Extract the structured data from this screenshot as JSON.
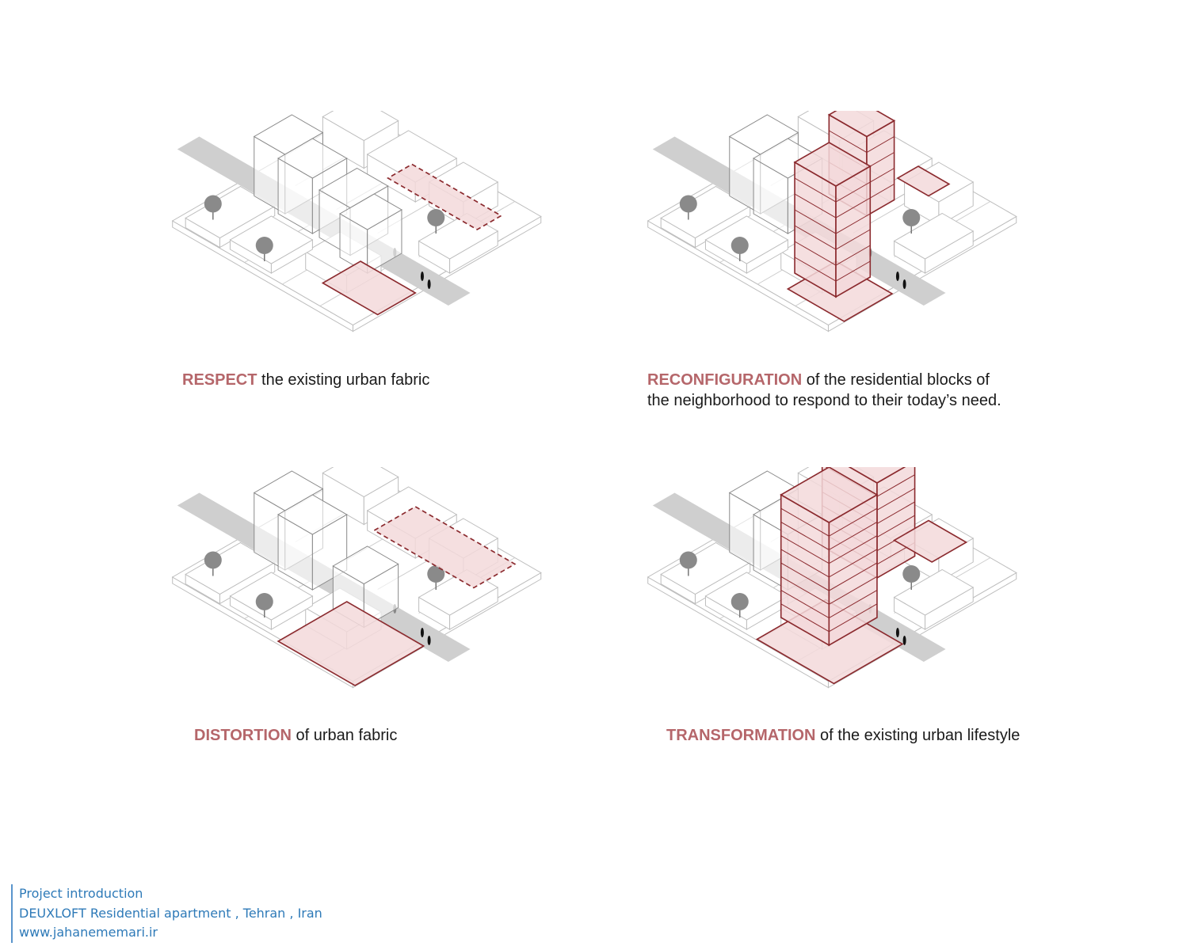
{
  "panels": [
    {
      "keyword": "RESPECT",
      "text": " the existing urban fabric"
    },
    {
      "keyword": "RECONFIGURATION",
      "text": " of the residential blocks of",
      "text2": "the neighborhood to respond to their today’s need."
    },
    {
      "keyword": "DISTORTION",
      "text": " of urban fabric"
    },
    {
      "keyword": "TRANSFORMATION",
      "text": " of the existing urban lifestyle"
    }
  ],
  "footer": {
    "line1": "Project introduction",
    "line2": "DEUXLOFT Residential apartment , Tehran , Iran",
    "line3": "www.jahanememari.ir"
  },
  "colors": {
    "highlight_stroke": "#8b2a2e",
    "highlight_fill": "#f3d9db",
    "keyword": "#b5666a",
    "footer": "#2e7ab8",
    "street": "#cfcfcf"
  }
}
